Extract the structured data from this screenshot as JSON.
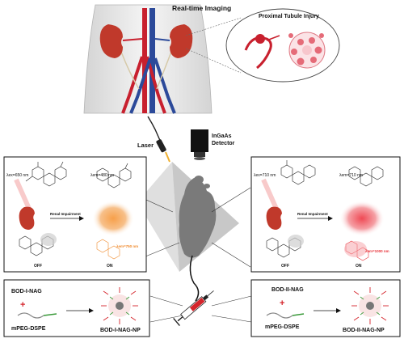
{
  "title": "Real-time Imaging",
  "zoom_label": "Proximal Tubule Injury",
  "laser_label": "Laser",
  "detector_label_line1": "InGaAs",
  "detector_label_line2": "Detector",
  "left_panel": {
    "excitation": "λex=650 nm",
    "emission": "λem=480 nm",
    "arrow_label": "Renal Impairment",
    "off_label": "OFF",
    "on_label": "ON",
    "on_emission": "λem=750 nm",
    "on_color": "#f08a2c"
  },
  "right_panel": {
    "excitation": "λex=710 nm",
    "emission": "λem=710 nm",
    "arrow_label": "Renal Impairment",
    "off_label": "OFF",
    "on_label": "ON",
    "on_emission": "λem=1000 nm",
    "on_color": "#e8333a"
  },
  "bottom_left": {
    "compound": "BOD-I-NAG",
    "plus": "+",
    "lipid": "mPEG-DSPE",
    "product": "BOD-I-NAG-NP"
  },
  "bottom_right": {
    "compound": "BOD-II-NAG",
    "plus": "+",
    "lipid": "mPEG-DSPE",
    "product": "BOD-II-NAG-NP"
  },
  "colors": {
    "kidney": "#c0392b",
    "vessel_red": "#c8202e",
    "vessel_blue": "#2c4a9a",
    "beam": "#9a9a9a",
    "plus_red": "#d4242b"
  }
}
